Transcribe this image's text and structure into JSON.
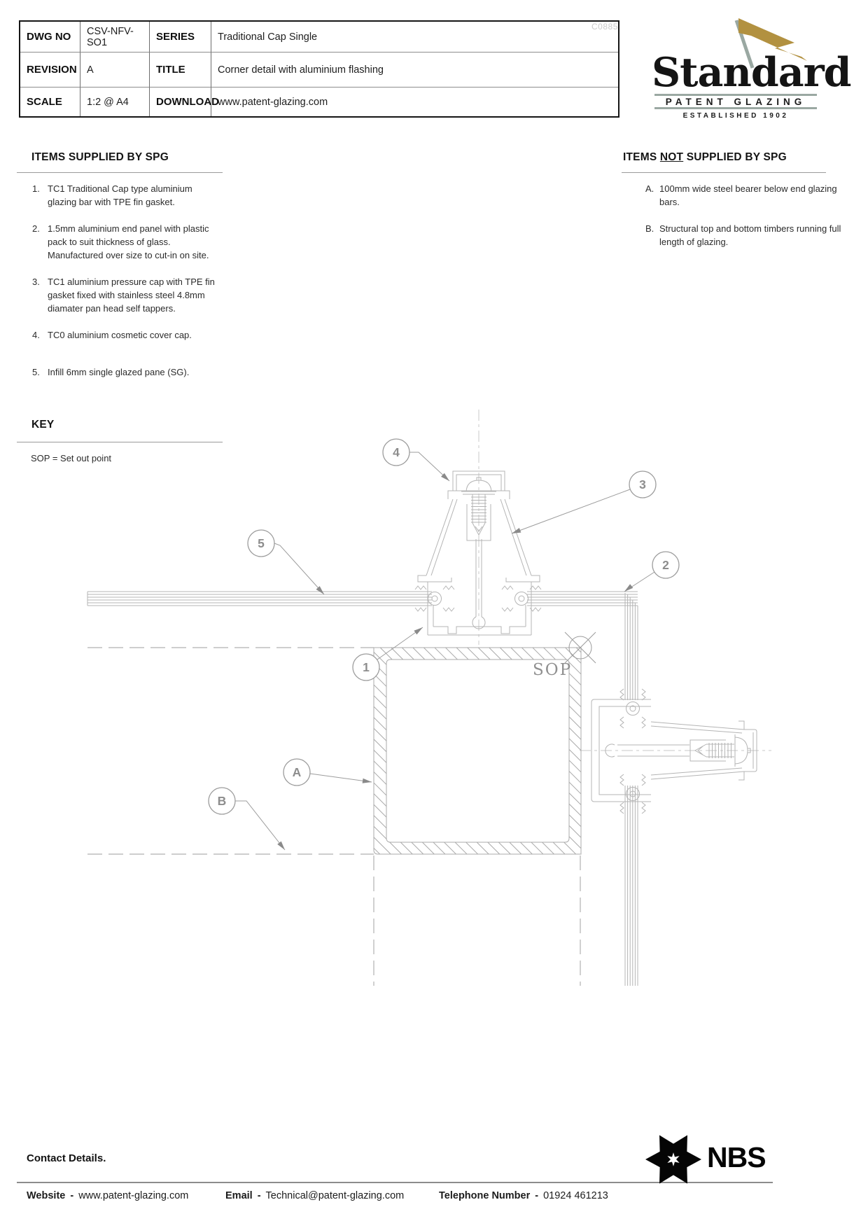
{
  "title_block": {
    "watermark": "C0885",
    "rows": [
      {
        "label": "DWG NO",
        "value": "CSV-NFV-SO1",
        "label2": "SERIES",
        "value2": "Traditional Cap Single"
      },
      {
        "label": "REVISION",
        "value": "A",
        "label2": "TITLE",
        "value2": "Corner detail with aluminium flashing"
      },
      {
        "label": "SCALE",
        "value": "1:2 @ A4",
        "label2": "DOWNLOAD",
        "value2": "www.patent-glazing.com"
      }
    ]
  },
  "logo": {
    "name": "Standard",
    "subtitle": "PATENT GLAZING",
    "established": "ESTABLISHED 1902",
    "flag_color": "#b29140",
    "pole_color": "#9aa8a2"
  },
  "supplied": {
    "heading": "ITEMS SUPPLIED BY SPG",
    "items": [
      {
        "num": "1.",
        "text": "TC1 Traditional Cap type aluminium glazing bar with TPE fin gasket."
      },
      {
        "num": "2.",
        "text": "1.5mm aluminium end panel with plastic pack to suit thickness of glass. Manufactured over size to cut-in on site."
      },
      {
        "num": "3.",
        "text": "TC1 aluminium pressure cap with TPE fin gasket fixed with stainless steel 4.8mm diamater pan head self tappers."
      },
      {
        "num": "4.",
        "text": "TC0 aluminium cosmetic cover cap."
      },
      {
        "num": "5.",
        "text": "Infill 6mm single glazed pane (SG)."
      }
    ]
  },
  "not_supplied": {
    "heading_pre": "ITEMS ",
    "heading_not": "NOT",
    "heading_post": " SUPPLIED BY SPG",
    "items": [
      {
        "num": "A.",
        "text": "100mm wide steel bearer below end glazing bars."
      },
      {
        "num": "B.",
        "text": "Structural top and bottom timbers running full length of glazing."
      }
    ]
  },
  "key": {
    "heading": "KEY",
    "note": "SOP = Set out point"
  },
  "drawing": {
    "sop_label": "SOP",
    "callouts": [
      "4",
      "3",
      "5",
      "2",
      "1",
      "A",
      "B"
    ]
  },
  "footer": {
    "contact_heading": "Contact Details.",
    "sep": "-",
    "website_label": "Website",
    "website": "www.patent-glazing.com",
    "email_label": "Email",
    "email": "Technical@patent-glazing.com",
    "phone_label": "Telephone Number",
    "phone": "01924 461213",
    "nbs": "NBS"
  }
}
